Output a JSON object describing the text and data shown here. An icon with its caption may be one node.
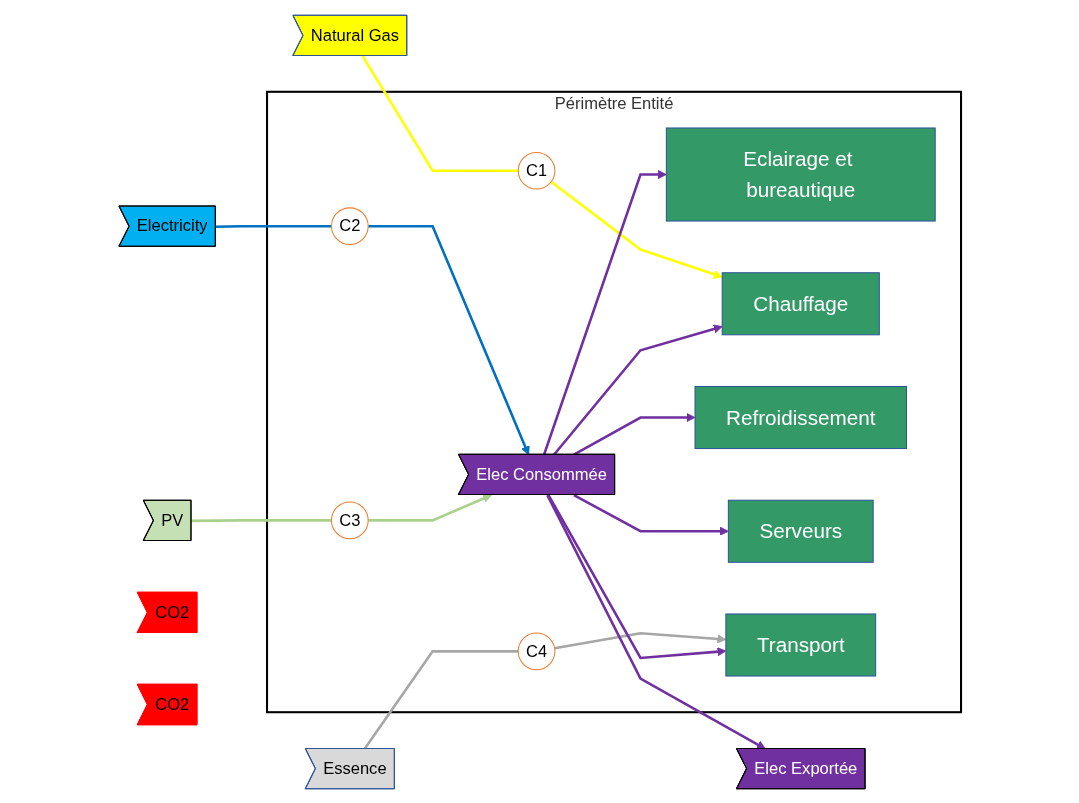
{
  "diagram": {
    "nodes": [
      {
        "text": [
          "Périmètre Entité"
        ]
      },
      {
        "text": [
          "Natural Gas"
        ]
      },
      {
        "text": [
          "Electricity"
        ]
      },
      {
        "text": [
          "PV"
        ]
      },
      {
        "text": [
          "Essence"
        ]
      },
      {
        "text": [
          "C1"
        ],
        "in": 0
      },
      {
        "text": [
          "C2"
        ],
        "in": 0
      },
      {
        "text": [
          "C3"
        ],
        "in": 0
      },
      {
        "text": [
          "C4"
        ],
        "in": 0
      },
      {
        "text": [
          "Elec Consommée"
        ],
        "in": 0
      },
      {
        "text": [
          "Eclairage et bureautique"
        ],
        "in": 0
      },
      {
        "text": [
          "Chauffage"
        ],
        "in": 0
      },
      {
        "text": [
          "Refroidissement"
        ],
        "in": 0
      },
      {
        "text": [
          "Serveurs"
        ],
        "in": 0
      },
      {
        "text": [
          "Transport"
        ],
        "in": 0
      },
      {
        "text": [
          "Elec Exportée"
        ]
      },
      {
        "text": [
          "CO2"
        ]
      },
      {
        "text": [
          "CO2"
        ]
      }
    ],
    "edges": [
      {
        "from": 1,
        "to": 5,
        "arrow": "none",
        "color": "#ffff00"
      },
      {
        "from": 5,
        "to": 11,
        "arrow": "to",
        "color": "#ffff00"
      },
      {
        "from": 2,
        "to": 6,
        "arrow": "none",
        "color": "#0070c0"
      },
      {
        "from": 6,
        "to": 9,
        "arrow": "to",
        "color": "#0070c0"
      },
      {
        "from": 3,
        "to": 7,
        "arrow": "none",
        "color": "#a9d18e"
      },
      {
        "from": 7,
        "to": 9,
        "arrow": "to",
        "color": "#a9d18e"
      },
      {
        "from": 4,
        "to": 8,
        "arrow": "none",
        "color": "#a6a6a6"
      },
      {
        "from": 8,
        "to": 14,
        "arrow": "to",
        "color": "#a6a6a6"
      },
      {
        "from": 9,
        "to": 10,
        "arrow": "to"
      },
      {
        "from": 9,
        "to": 11,
        "arrow": "to"
      },
      {
        "from": 9,
        "to": 12,
        "arrow": "to"
      },
      {
        "from": 9,
        "to": 13,
        "arrow": "to"
      },
      {
        "from": 9,
        "to": 14,
        "arrow": "to"
      },
      {
        "from": 9,
        "to": 15,
        "arrow": "to"
      }
    ]
  }
}
